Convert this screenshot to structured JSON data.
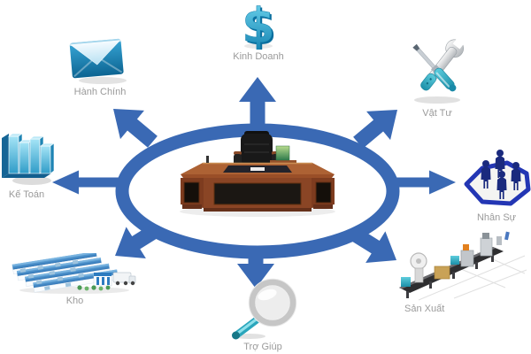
{
  "diagram": {
    "hub": {
      "icon": "executive-desk-icon",
      "description_visible_text": ""
    },
    "nodes": [
      {
        "id": "kinh-doanh",
        "label": "Kinh Doanh",
        "icon": "dollar-icon",
        "position": "top"
      },
      {
        "id": "hanh-chinh",
        "label": "Hành Chính",
        "icon": "envelope-icon",
        "position": "top-left"
      },
      {
        "id": "ke-toan",
        "label": "Kế Toán",
        "icon": "bar-chart-icon",
        "position": "left"
      },
      {
        "id": "kho",
        "label": "Kho",
        "icon": "warehouse-icon",
        "position": "bottom-left"
      },
      {
        "id": "tro-giup",
        "label": "Trợ Giúp",
        "icon": "magnifier-icon",
        "position": "bottom"
      },
      {
        "id": "san-xuat",
        "label": "Sản Xuất",
        "icon": "production-line-icon",
        "position": "bottom-right"
      },
      {
        "id": "nhan-su",
        "label": "Nhân Sự",
        "icon": "people-icon",
        "position": "right"
      },
      {
        "id": "vat-tu",
        "label": "Vật Tư",
        "icon": "tools-icon",
        "position": "top-right"
      }
    ],
    "colors": {
      "arrow_blue": "#3a69b4",
      "label_gray": "#9a9a9a",
      "background": "#ffffff"
    }
  }
}
